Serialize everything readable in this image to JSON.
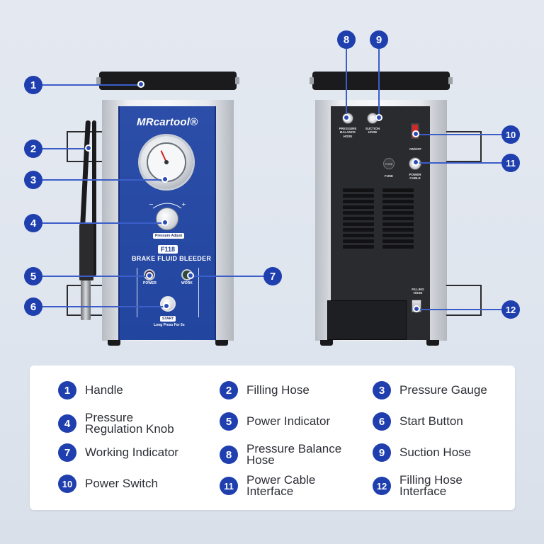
{
  "front": {
    "brand": "MRcartool®",
    "gauge_label": "Pressure Adjust",
    "model": "F118",
    "product_name": "BRAKE FLUID BLEEDER",
    "power_label": "POWER",
    "work_label": "WORK",
    "start_label": "START",
    "start_hint": "Long Press For 5s"
  },
  "rear": {
    "pressure_balance_label": "PRESSURE BALANCE HOSE",
    "suction_label": "SUCTION HOSE",
    "onoff_label": "ON/OFF",
    "fuse_label": "FUSE",
    "fuse_cap": "FUSE",
    "power_cable_label": "POWER CABLE",
    "filling_label": "FILLING HOSE"
  },
  "callouts": [
    "1",
    "2",
    "3",
    "4",
    "5",
    "6",
    "7",
    "8",
    "9",
    "10",
    "11",
    "12"
  ],
  "legend": [
    {
      "num": "1",
      "label": "Handle"
    },
    {
      "num": "2",
      "label": "Filling Hose"
    },
    {
      "num": "3",
      "label": "Pressure Gauge"
    },
    {
      "num": "4",
      "label": "Pressure Regulation Knob"
    },
    {
      "num": "5",
      "label": "Power Indicator"
    },
    {
      "num": "6",
      "label": "Start Button"
    },
    {
      "num": "7",
      "label": "Working Indicator"
    },
    {
      "num": "8",
      "label": "Pressure Balance Hose"
    },
    {
      "num": "9",
      "label": "Suction Hose"
    },
    {
      "num": "10",
      "label": "Power Switch"
    },
    {
      "num": "11",
      "label": "Power Cable Interface"
    },
    {
      "num": "12",
      "label": "Filling Hose Interface"
    }
  ],
  "colors": {
    "accent": "#1f3fae",
    "panel_blue": "#2a4aa6",
    "rear_panel": "#2a2b2e"
  }
}
